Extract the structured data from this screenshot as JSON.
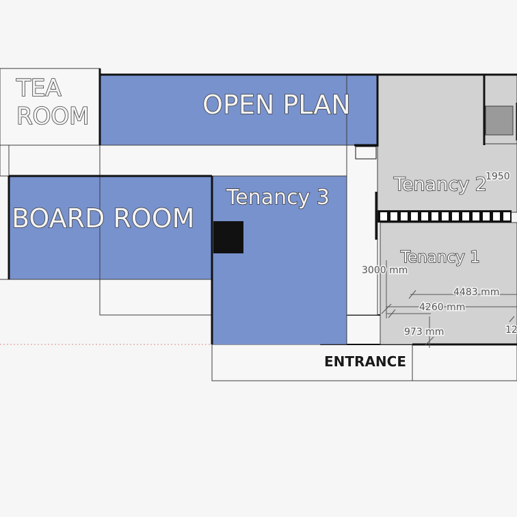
{
  "colors": {
    "background": "#f6f6f6",
    "blue_room": "#7892ce",
    "grey_tenancy": "#d2d2d2",
    "white_room": "#f7f7f7",
    "wall": "#111111",
    "thin_line": "#3c3c3c"
  },
  "rooms": {
    "tea_room_line1": "TEA",
    "tea_room_line2": "ROOM",
    "open_plan": "OPEN PLAN",
    "board_room": "BOARD ROOM",
    "tenancy_3": "Tenancy 3",
    "tenancy_2": "Tenancy 2",
    "tenancy_1": "Tenancy 1",
    "entrance": "ENTRANCE"
  },
  "dimensions": {
    "d1950": "1950",
    "d3000": "3000 mm",
    "d4483": "4483 mm",
    "d4260": "4260 mm",
    "d973": "973 mm",
    "d12": "12"
  }
}
